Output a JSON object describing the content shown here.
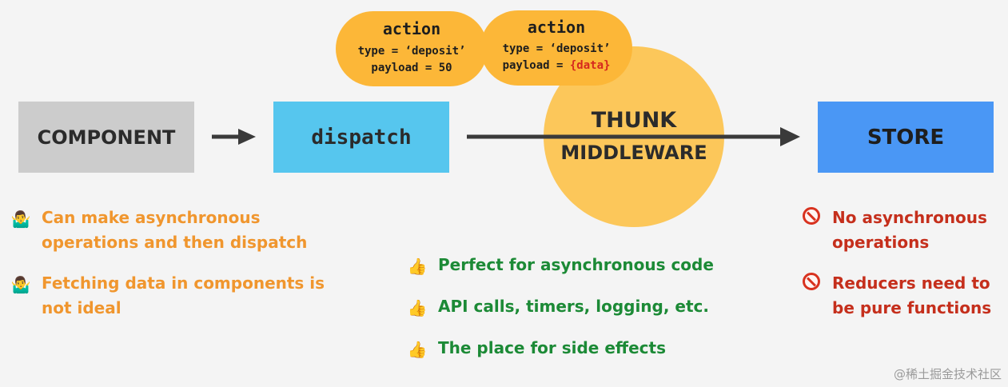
{
  "boxes": {
    "component": "COMPONENT",
    "dispatch": "dispatch",
    "store": "STORE"
  },
  "middleware": {
    "line1": "THUNK",
    "line2": "MIDDLEWARE"
  },
  "actions": [
    {
      "title": "action",
      "type_line": "type = ‘deposit’",
      "payload_prefix": "payload = ",
      "payload_value": "50"
    },
    {
      "title": "action",
      "type_line": "type = ‘deposit’",
      "payload_prefix": "payload = ",
      "payload_value": "{data}"
    }
  ],
  "notes_left": [
    {
      "icon": "🤷‍♂️",
      "icon_name": "person-shrugging-icon",
      "text": "Can make asynchronous operations and then dispatch"
    },
    {
      "icon": "🤷‍♂️",
      "icon_name": "person-shrugging-icon",
      "text": "Fetching data in components is not ideal"
    }
  ],
  "notes_mid": [
    {
      "icon": "👍",
      "icon_name": "thumbs-up-icon",
      "text": "Perfect for asynchronous code"
    },
    {
      "icon": "👍",
      "icon_name": "thumbs-up-icon",
      "text": "API calls, timers, logging, etc."
    },
    {
      "icon": "👍",
      "icon_name": "thumbs-up-icon",
      "text": "The place for side effects"
    }
  ],
  "notes_right": [
    {
      "icon_name": "prohibited-icon",
      "text": "No asynchronous operations"
    },
    {
      "icon_name": "prohibited-icon",
      "text": "Reducers need to be pure functions"
    }
  ],
  "watermark": "@稀土掘金技术社区",
  "colors": {
    "component": "#cccccc",
    "dispatch": "#56c6ee",
    "store": "#4a97f5",
    "middleware": "#fcc75a",
    "action_pill": "#fcb738",
    "orange_text": "#f0962e",
    "green_text": "#1c8a36",
    "red_text": "#c52f1c"
  }
}
